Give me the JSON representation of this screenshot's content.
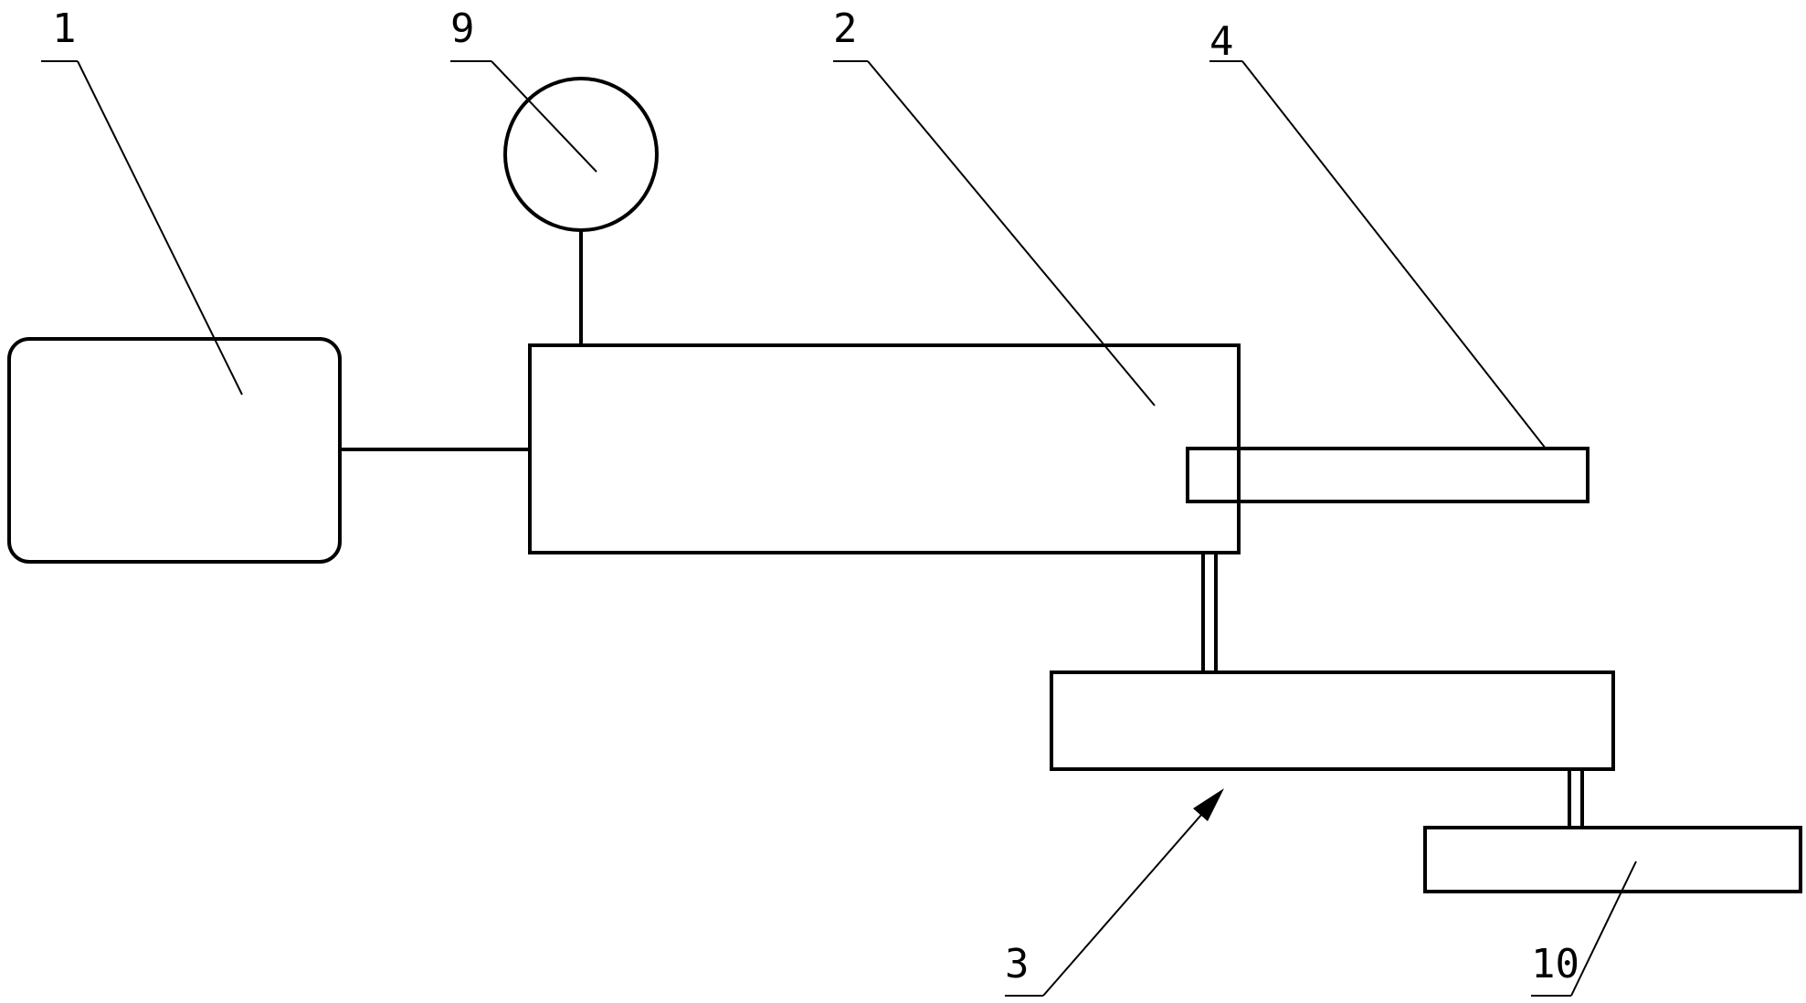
{
  "labels": {
    "part_1": "1",
    "part_2": "2",
    "part_3": "3",
    "part_4": "4",
    "part_9": "9",
    "part_10": "10"
  },
  "colors": {
    "line": "#000000",
    "background": "#ffffff"
  }
}
